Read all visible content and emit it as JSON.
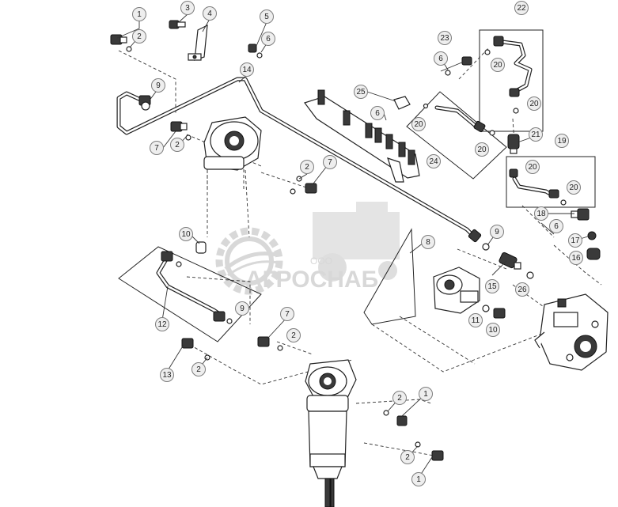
{
  "diagram": {
    "callouts": [
      {
        "id": "c1a",
        "label": "1"
      },
      {
        "id": "c2a",
        "label": "2"
      },
      {
        "id": "c3",
        "label": "3"
      },
      {
        "id": "c4",
        "label": "4"
      },
      {
        "id": "c5",
        "label": "5"
      },
      {
        "id": "c6a",
        "label": "6"
      },
      {
        "id": "c14",
        "label": "14"
      },
      {
        "id": "c9a",
        "label": "9"
      },
      {
        "id": "c7a",
        "label": "7"
      },
      {
        "id": "c2b",
        "label": "2"
      },
      {
        "id": "c7b",
        "label": "7"
      },
      {
        "id": "c2c",
        "label": "2"
      },
      {
        "id": "c25",
        "label": "25"
      },
      {
        "id": "c6b",
        "label": "6"
      },
      {
        "id": "c20a",
        "label": "20"
      },
      {
        "id": "c20b",
        "label": "20"
      },
      {
        "id": "c24",
        "label": "24"
      },
      {
        "id": "c22",
        "label": "22"
      },
      {
        "id": "c23",
        "label": "23"
      },
      {
        "id": "c6c",
        "label": "6"
      },
      {
        "id": "c20c",
        "label": "20"
      },
      {
        "id": "c20d",
        "label": "20"
      },
      {
        "id": "c21",
        "label": "21"
      },
      {
        "id": "c19",
        "label": "19"
      },
      {
        "id": "c20e",
        "label": "20"
      },
      {
        "id": "c20f",
        "label": "20"
      },
      {
        "id": "c18",
        "label": "18"
      },
      {
        "id": "c6d",
        "label": "6"
      },
      {
        "id": "c17",
        "label": "17"
      },
      {
        "id": "c16",
        "label": "16"
      },
      {
        "id": "c10a",
        "label": "10"
      },
      {
        "id": "c8",
        "label": "8"
      },
      {
        "id": "c9b",
        "label": "9"
      },
      {
        "id": "c15",
        "label": "15"
      },
      {
        "id": "c26",
        "label": "26"
      },
      {
        "id": "c11",
        "label": "11"
      },
      {
        "id": "c10b",
        "label": "10"
      },
      {
        "id": "c12",
        "label": "12"
      },
      {
        "id": "c9c",
        "label": "9"
      },
      {
        "id": "c7c",
        "label": "7"
      },
      {
        "id": "c2d",
        "label": "2"
      },
      {
        "id": "c13",
        "label": "13"
      },
      {
        "id": "c2e",
        "label": "2"
      },
      {
        "id": "c2f",
        "label": "2"
      },
      {
        "id": "c1b",
        "label": "1"
      },
      {
        "id": "c2g",
        "label": "2"
      },
      {
        "id": "c1c",
        "label": "1"
      }
    ]
  },
  "watermark": {
    "company_prefix": "ООО",
    "company_name": "АГРОСНАБ"
  }
}
